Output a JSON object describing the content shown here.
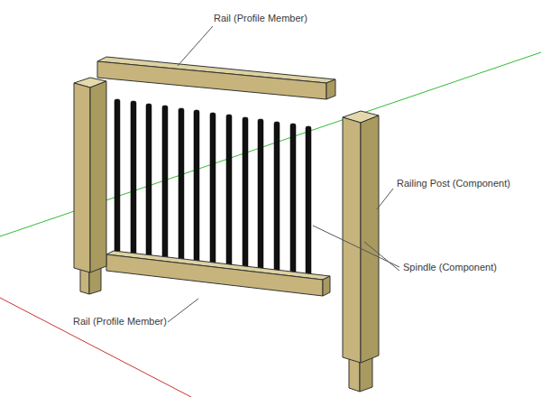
{
  "diagram": {
    "labels": [
      "Rail (Profile Member)",
      "Railing Post (Component)",
      "Spindle (Component)",
      "Rail (Profile Member)"
    ]
  }
}
